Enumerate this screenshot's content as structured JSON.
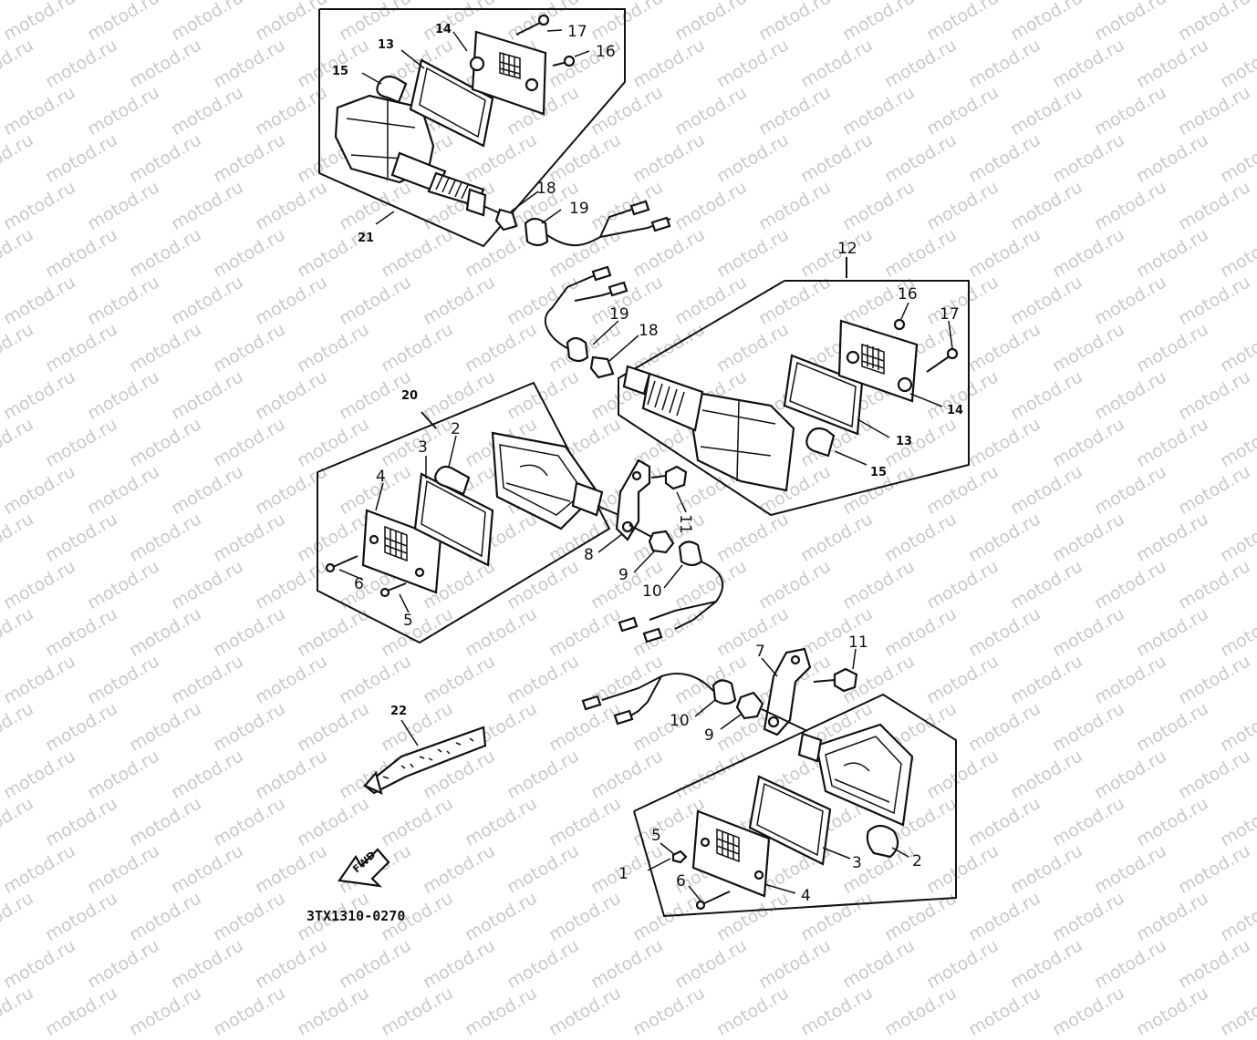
{
  "watermark": {
    "text": "motod.ru"
  },
  "diagram_code": "3TX1310-0270",
  "fwd_arrow": {
    "text": "FWD"
  },
  "callouts": {
    "p1": "1",
    "p2a": "2",
    "p2b": "2",
    "p3a": "3",
    "p3b": "3",
    "p4a": "4",
    "p4b": "4",
    "p5a": "5",
    "p5b": "5",
    "p6a": "6",
    "p6b": "6",
    "p7": "7",
    "p8": "8",
    "p9a": "9",
    "p9b": "9",
    "p10a": "10",
    "p10b": "10",
    "p11a": "11",
    "p11b": "11",
    "p12": "12",
    "p13a": "13",
    "p13b": "13",
    "p14a": "14",
    "p14b": "14",
    "p15a": "15",
    "p15b": "15",
    "p16a": "16",
    "p16b": "16",
    "p17a": "17",
    "p17b": "17",
    "p18a": "18",
    "p18b": "18",
    "p19a": "19",
    "p19b": "19",
    "p20": "20",
    "p21": "21",
    "p22": "22"
  },
  "colors": {
    "line": "#111111",
    "watermark": "#c9c9c9",
    "background": "#ffffff"
  }
}
